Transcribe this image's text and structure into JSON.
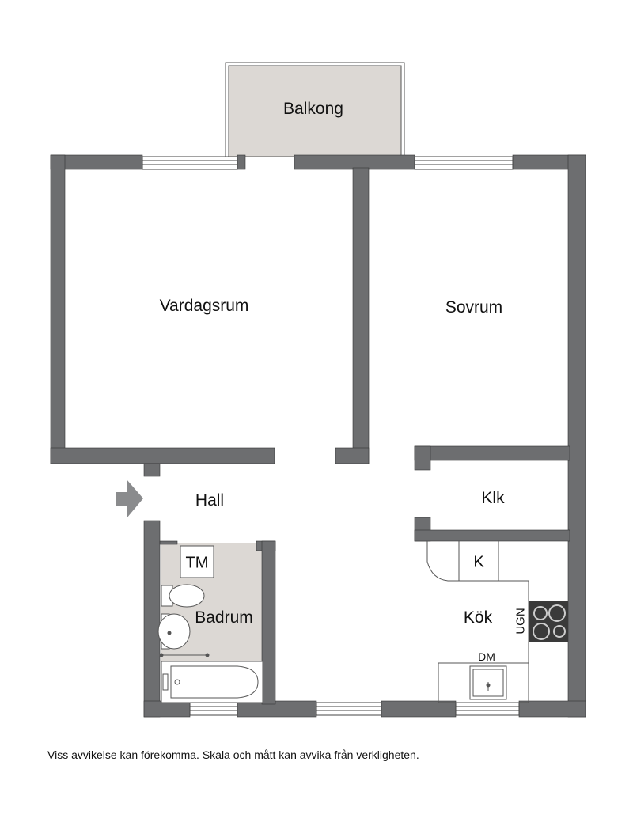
{
  "rooms": {
    "balkong": "Balkong",
    "vardagsrum": "Vardagsrum",
    "sovrum": "Sovrum",
    "hall": "Hall",
    "klk": "Klk",
    "kok": "Kök",
    "badrum": "Badrum"
  },
  "fixtures": {
    "tm": "TM",
    "k": "K",
    "ugn": "UGN",
    "dm": "DM"
  },
  "disclaimer": "Viss avvikelse kan förekomma. Skala och mått kan avvika från verkligheten.",
  "colors": {
    "wall": "#6d6e70",
    "balcony_fill": "#dcd8d4",
    "bathroom_fill": "#dcd8d4",
    "entrance_arrow": "#8a8b8d",
    "stove": "#3a3a3a"
  }
}
